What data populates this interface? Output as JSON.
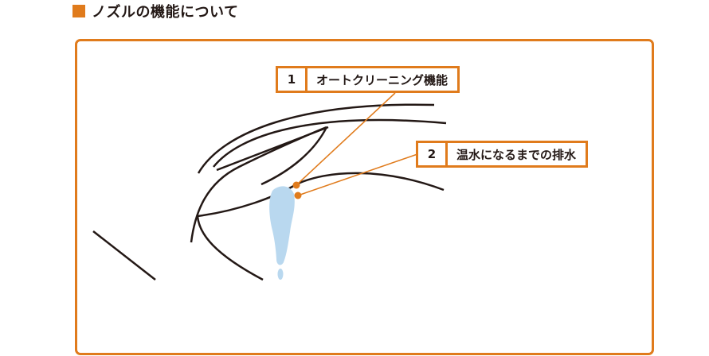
{
  "section": {
    "title": "ノズルの機能について"
  },
  "colors": {
    "accent": "#e07b1c",
    "line": "#231815",
    "water": "#b9d8ef"
  },
  "callouts": [
    {
      "number": "1",
      "label": "オートクリーニング機能"
    },
    {
      "number": "2",
      "label": "温水になるまでの排水"
    }
  ]
}
